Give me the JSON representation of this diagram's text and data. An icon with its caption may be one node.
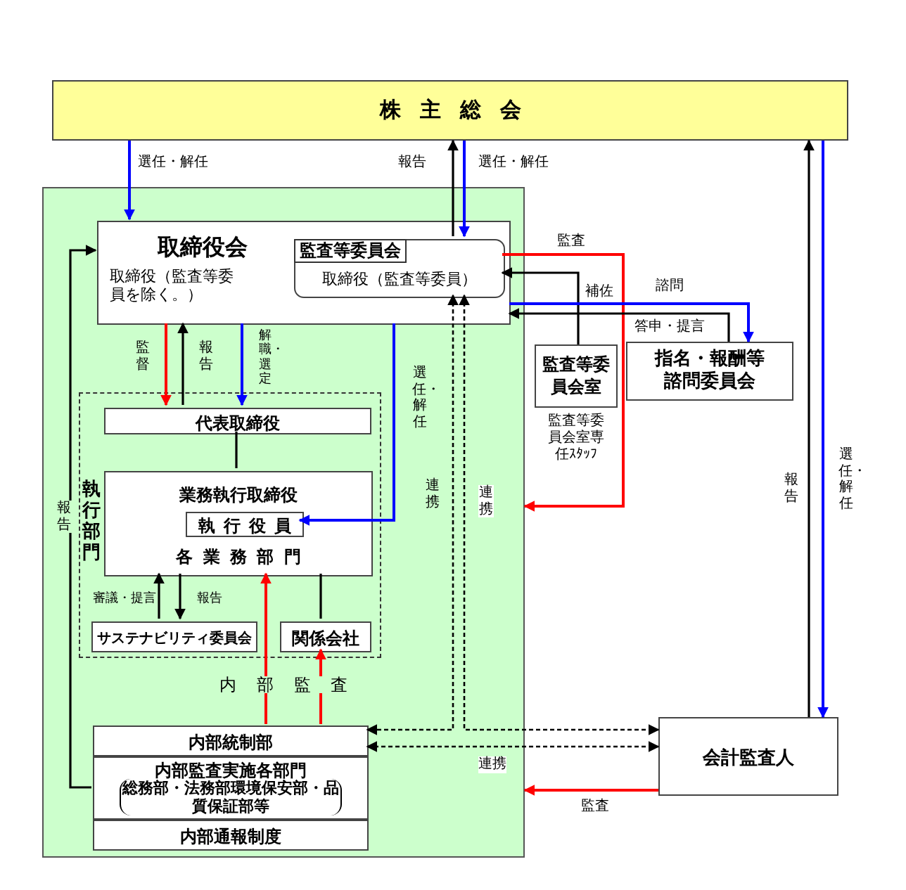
{
  "diagram": {
    "nodes": [
      {
        "text": [
          "株主総会"
        ]
      },
      {
        "text": [],
        "shape": "box"
      },
      {
        "text": [
          "取締役会",
          "取締役（監査等委員を除く。）"
        ],
        "in": 1
      },
      {
        "text": [
          "監査等委員会",
          "取締役（監査等委員）"
        ],
        "in": 2
      },
      {
        "text": [
          "執行部門"
        ],
        "in": 1
      },
      {
        "text": [
          "代表取締役"
        ],
        "in": 4
      },
      {
        "text": [
          "業務執行取締役",
          "各業務部門"
        ],
        "in": 4
      },
      {
        "text": [
          "執行役員"
        ],
        "in": 6
      },
      {
        "text": [
          "サステナビリティ委員会"
        ],
        "in": 4
      },
      {
        "text": [
          "関係会社"
        ],
        "in": 4
      },
      {
        "text": [
          "内部統制部"
        ],
        "in": 1
      },
      {
        "text": [
          "内部監査実施各部門",
          "総務部・法務部環境保安部・品質保証部等"
        ],
        "in": 1
      },
      {
        "text": [
          "内部通報制度"
        ],
        "in": 1
      },
      {
        "text": [
          "監査等委員会室"
        ],
        "beside": [
          "監査等委員会室専任ｽﾀｯﾌ"
        ]
      },
      {
        "text": [
          "指名・報酬等諮問委員会"
        ]
      },
      {
        "text": [
          "会計監査人"
        ]
      }
    ],
    "edges": [
      {
        "from": 0,
        "to": 2,
        "arrow": "to",
        "label": "選任・解任",
        "color": "#0000ff"
      },
      {
        "from": 3,
        "to": 0,
        "arrow": "to",
        "label": "報告"
      },
      {
        "from": 0,
        "to": 3,
        "arrow": "to",
        "label": "選任・解任",
        "color": "#0000ff"
      },
      {
        "from": 2,
        "to": 5,
        "arrow": "to",
        "label": "監督",
        "color": "#ff0000"
      },
      {
        "from": 5,
        "to": 2,
        "arrow": "to",
        "label": "報告"
      },
      {
        "from": 2,
        "to": 5,
        "arrow": "to",
        "label": "解職・選定",
        "color": "#0000ff"
      },
      {
        "from": 2,
        "to": 7,
        "arrow": "to",
        "label": "選任・解任",
        "color": "#0000ff"
      },
      {
        "from": 5,
        "to": 6,
        "arrow": "none"
      },
      {
        "from": 8,
        "to": 6,
        "arrow": "to",
        "label": "審議・提言"
      },
      {
        "from": 6,
        "to": 8,
        "arrow": "to",
        "label": "報告"
      },
      {
        "from": 9,
        "to": 6,
        "arrow": "none"
      },
      {
        "from": 10,
        "to": 6,
        "arrow": "to",
        "label": "内部監査",
        "color": "#ff0000"
      },
      {
        "from": 10,
        "to": 9,
        "arrow": "to",
        "color": "#ff0000"
      },
      {
        "from": 11,
        "to": 2,
        "arrow": "to",
        "label": "報告"
      },
      {
        "from": 3,
        "to": 1,
        "arrow": "to",
        "label": "監査",
        "color": "#ff0000"
      },
      {
        "from": 13,
        "to": 3,
        "arrow": "to",
        "label": "補佐"
      },
      {
        "from": 2,
        "to": 14,
        "arrow": "to",
        "label": "諮問",
        "color": "#0000ff"
      },
      {
        "from": 14,
        "to": 2,
        "arrow": "to",
        "label": "答申・提言"
      },
      {
        "from": 3,
        "to": 10,
        "arrow": "both",
        "label": "連携",
        "style": "dashed"
      },
      {
        "from": 3,
        "to": 15,
        "arrow": "both",
        "label": "連携",
        "style": "dashed"
      },
      {
        "from": 10,
        "to": 15,
        "arrow": "both",
        "label": "連携",
        "style": "dashed"
      },
      {
        "from": 15,
        "to": 1,
        "arrow": "to",
        "label": "監査",
        "color": "#ff0000"
      },
      {
        "from": 15,
        "to": 0,
        "arrow": "to",
        "label": "報告"
      },
      {
        "from": 0,
        "to": 15,
        "arrow": "to",
        "label": "選任・解任",
        "color": "#0000ff"
      }
    ]
  }
}
